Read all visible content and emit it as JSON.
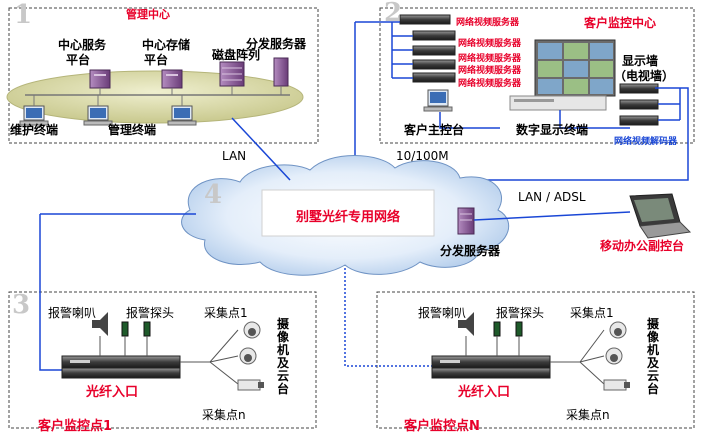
{
  "sections": {
    "management": {
      "number": "1",
      "title": "管理中心",
      "central_service": [
        "中心服务",
        "平台"
      ],
      "central_storage": [
        "中心存储",
        "平台"
      ],
      "disk_array": "磁盘阵列",
      "dist_server": "分发服务器",
      "maintenance_terminal": "维护终端",
      "management_terminal": "管理终端"
    },
    "client_center": {
      "number": "2",
      "title": "客户监控中心",
      "video_servers": [
        "网络视频服务器",
        "网络视频服务器",
        "网络视频服务器",
        "网络视频服务器",
        "网络视频服务器"
      ],
      "display_wall": [
        "显示墙",
        "（电视墙）"
      ],
      "host_console": "客户主控台",
      "digital_display": "数字显示终端",
      "decoder": "网络视频解码器"
    },
    "network": {
      "number": "4",
      "cloud_label": "别墅光纤专用网络",
      "lan": "LAN",
      "speed": "10/100M",
      "lan_adsl": "LAN / ADSL",
      "dist_server": "分发服务器",
      "mobile_console": "移动办公副控台"
    },
    "site1": {
      "number": "3",
      "alarm_speaker": "报警喇叭",
      "alarm_probe": "报警探头",
      "point_1": "采集点1",
      "point_n": "采集点n",
      "camera_label": "摄像机及云台",
      "fiber_entry": "光纤入口",
      "title": "客户监控点1"
    },
    "siteN": {
      "alarm_speaker": "报警喇叭",
      "alarm_probe": "报警探头",
      "point_1": "采集点1",
      "point_n": "采集点n",
      "camera_label": "摄像机及云台",
      "fiber_entry": "光纤入口",
      "title": "客户监控点N"
    }
  },
  "colors": {
    "link_blue": "#1a47d6",
    "label_red": "#e8002a",
    "platform": "#dcdca8",
    "cloud": "#cfe0f3",
    "server_purple": "#8a5a96",
    "device_gray": "#5a5a5a"
  }
}
